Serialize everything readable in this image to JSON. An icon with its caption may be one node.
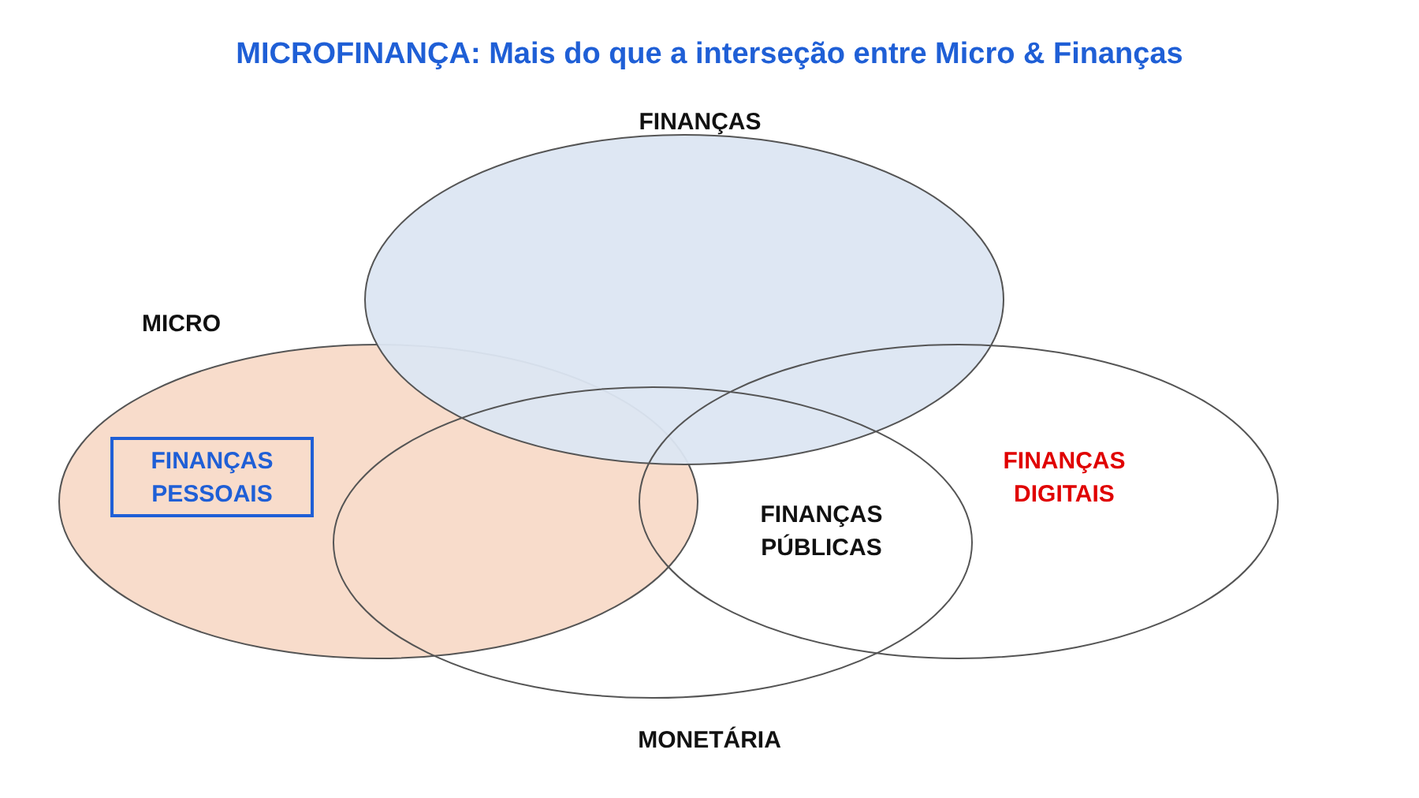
{
  "diagram": {
    "title": "MICROFINANÇA: Mais do que a interseção entre Micro & Finanças",
    "nodes": [
      {
        "text": [
          "FINANÇAS"
        ]
      },
      {
        "text": [
          "MICRO"
        ]
      },
      {
        "text": [
          "FINANÇAS PESSOAIS"
        ],
        "in": 1
      },
      {
        "text": [
          "MONETÁRIA"
        ]
      },
      {
        "text": [
          "FINANÇAS DIGITAIS"
        ]
      }
    ],
    "labels": [
      "FINANÇAS PÚBLICAS"
    ]
  }
}
